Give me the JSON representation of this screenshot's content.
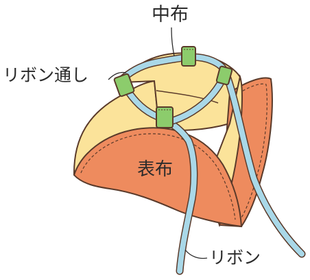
{
  "labels": {
    "inner_fabric": "中布",
    "ribbon_loop": "リボン通し",
    "outer_fabric": "表布",
    "ribbon": "リボン"
  },
  "colors": {
    "outer_fabric": "#ee8b5e",
    "inner_fabric": "#fbe39a",
    "ribbon": "#a9d8e8",
    "ribbon_loop": "#8ccc6c",
    "outline": "#5a3a2a"
  }
}
